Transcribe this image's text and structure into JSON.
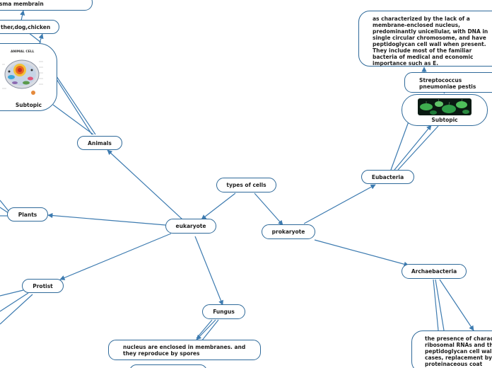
{
  "map": {
    "root": "types of cells",
    "eukaryote": "eukaryote",
    "prokaryote": "prokaryote",
    "animals": "Animals",
    "plants": "Plants",
    "protist": "Protist",
    "fungus": "Fungus",
    "fungus_note": "nucleus are enclosed in membranes. and they reproduce by spores",
    "animal_membrane": "sma membrain",
    "animal_examples": "ther,dog,chicken",
    "animal_subtopic": "Subtopic",
    "animal_cell_image_caption": "ANIMAL CELL",
    "eubacteria": "Eubacteria",
    "archaebacteria": "Archaebacteria",
    "eubacteria_note": "as characterized by the lack of a membrane-enclosed nucleus, predominantly unicellular, with DNA in single circular chromosome, and have peptidoglycan cell wall when present. They include most of the familiar bacteria of medical and economic importance such as E.",
    "eubacteria_examples": "Streptococcus pneumoniae pestis",
    "eubacteria_subtopic": "Subtopic",
    "archaebacteria_note": "the presence of characte ribosomal RNAs and the peptidoglycan cell walls, cases, replacement by a proteinaceous coat"
  },
  "colors": {
    "line": "#3d7bb0",
    "border": "#2f6a9a",
    "text": "#1d1d1d",
    "background": "#ffffff"
  }
}
